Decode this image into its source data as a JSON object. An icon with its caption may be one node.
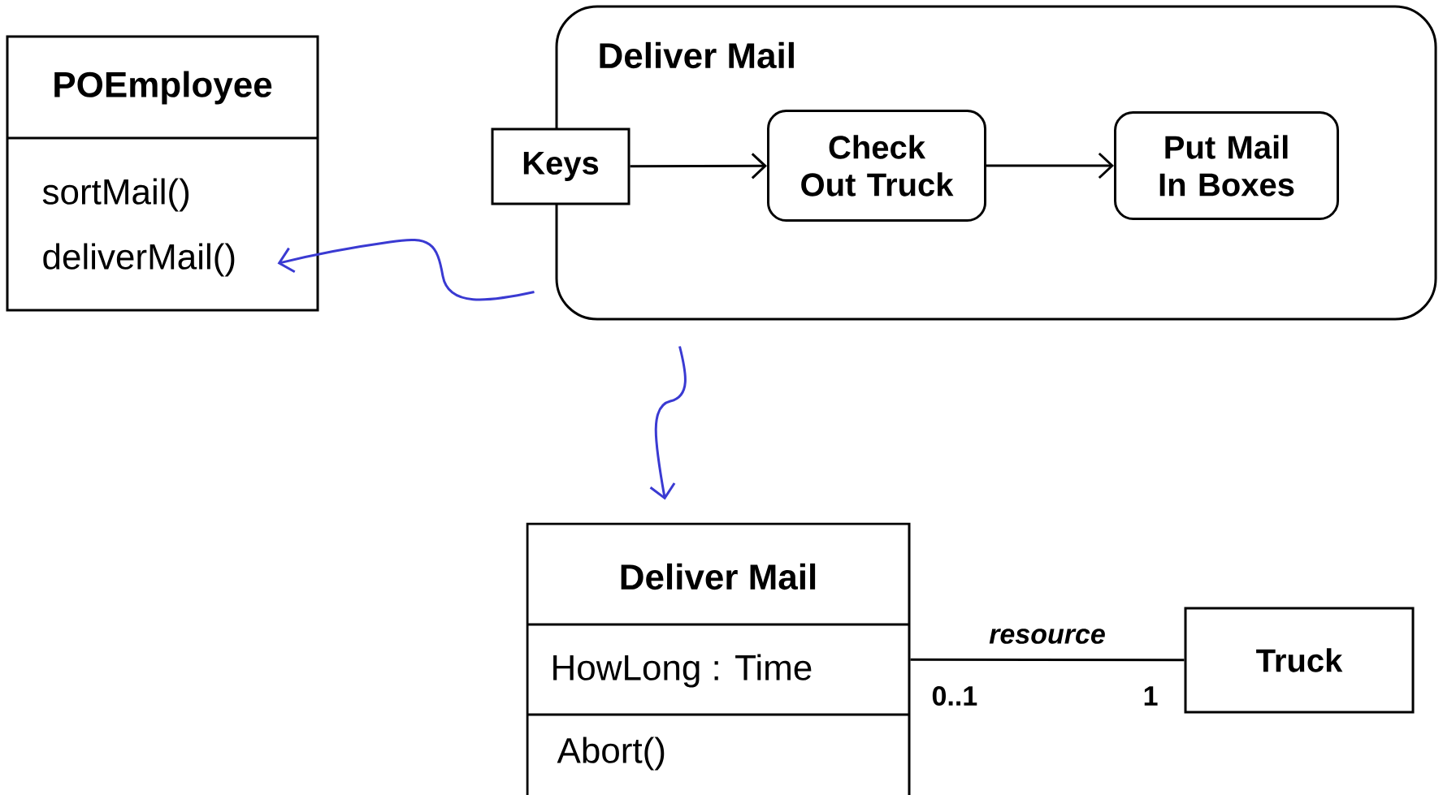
{
  "diagram": {
    "nodes": [
      {
        "text": [
          "POEmployee",
          "sortMail()",
          "deliverMail()"
        ]
      },
      {
        "text": [
          "Deliver Mail"
        ]
      },
      {
        "text": [
          "Keys"
        ]
      },
      {
        "text": [
          "Check Out Truck"
        ],
        "in": 1
      },
      {
        "text": [
          "Put Mail In Boxes"
        ],
        "in": 1
      },
      {
        "text": [
          "Deliver Mail",
          "HowLong : Time",
          "Abort()"
        ]
      },
      {
        "text": [
          "Truck"
        ]
      }
    ],
    "edges": [
      {
        "from": 2,
        "to": 3,
        "arrow": "to"
      },
      {
        "from": 3,
        "to": 4,
        "arrow": "to"
      },
      {
        "from": 1,
        "to": 0,
        "arrow": "to",
        "color": "#3a3ad2"
      },
      {
        "from": 1,
        "to": 5,
        "arrow": "to",
        "color": "#3a3ad2"
      },
      {
        "from": 5,
        "to": 6,
        "arrow": "none",
        "label": "resource"
      }
    ],
    "labels": [
      "0..1",
      "1"
    ]
  }
}
